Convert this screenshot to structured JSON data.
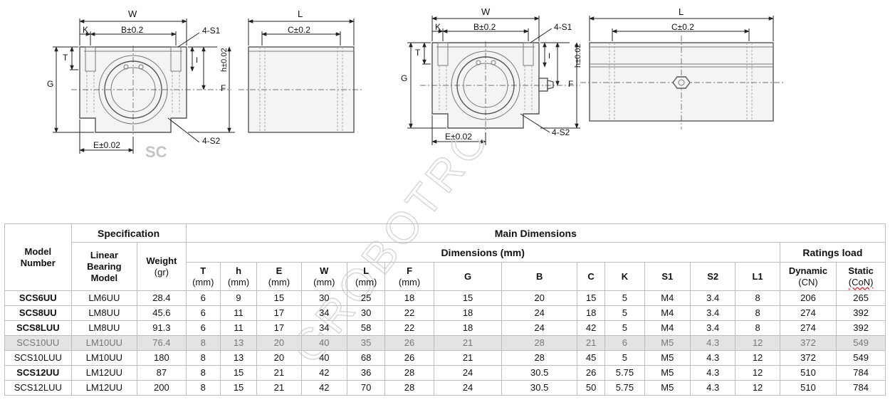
{
  "drawings": {
    "view1": {
      "W": "W",
      "K": "K",
      "B": "B±0.2",
      "S1": "4-S1",
      "T": "T",
      "G": "G",
      "I": "I",
      "h": "h±0.02",
      "F": "F",
      "E": "E±0.02",
      "S2": "4-S2",
      "series": "SC"
    },
    "view2": {
      "L": "L",
      "C": "C±0.2"
    },
    "view3": {
      "W": "W",
      "K": "K",
      "B": "B±0.2",
      "S1": "4-S1",
      "T": "T",
      "G": "G",
      "I": "I",
      "h": "h±0.02",
      "F": "F",
      "E": "E±0.02",
      "S2": "4-S2"
    },
    "view4": {
      "L": "L",
      "C": "C±0.2"
    }
  },
  "watermark": "GROBOTRONICS",
  "table": {
    "header": {
      "model_number": "Model Number",
      "specification": "Specification",
      "main_dimensions": "Main Dimensions",
      "linear_bearing_model": "Linear Bearing Model",
      "weight": "Weight",
      "weight_unit": "(gr)",
      "dimensions_mm": "Dimensions (mm)",
      "ratings_load": "Ratings load",
      "columns": [
        {
          "label": "T",
          "unit": "(mm)"
        },
        {
          "label": "h",
          "unit": "(mm)"
        },
        {
          "label": "E",
          "unit": "(mm)"
        },
        {
          "label": "W",
          "unit": "(mm)"
        },
        {
          "label": "L",
          "unit": "(mm)"
        },
        {
          "label": "F",
          "unit": "(mm)"
        },
        {
          "label": "G",
          "unit": ""
        },
        {
          "label": "B",
          "unit": ""
        },
        {
          "label": "C",
          "unit": ""
        },
        {
          "label": "K",
          "unit": ""
        },
        {
          "label": "S1",
          "unit": ""
        },
        {
          "label": "S2",
          "unit": ""
        },
        {
          "label": "L1",
          "unit": ""
        }
      ],
      "dynamic": "Dynamic",
      "dynamic_unit": "(CN)",
      "static": "Static",
      "static_unit": "(CoN)"
    },
    "rows": [
      [
        "SCS6UU",
        "LM6UU",
        "28.4",
        "6",
        "9",
        "15",
        "30",
        "25",
        "18",
        "15",
        "20",
        "15",
        "5",
        "M4",
        "3.4",
        "8",
        "206",
        "265"
      ],
      [
        "SCS8UU",
        "LM8UU",
        "45.6",
        "6",
        "11",
        "17",
        "34",
        "30",
        "22",
        "18",
        "24",
        "18",
        "5",
        "M4",
        "3.4",
        "8",
        "274",
        "392"
      ],
      [
        "SCS8LUU",
        "LM8UU",
        "91.3",
        "6",
        "11",
        "17",
        "34",
        "58",
        "22",
        "18",
        "24",
        "42",
        "5",
        "M4",
        "3.4",
        "8",
        "274",
        "392"
      ],
      [
        "SCS10UU",
        "LM10UU",
        "76.4",
        "8",
        "13",
        "20",
        "40",
        "35",
        "26",
        "21",
        "28",
        "21",
        "6",
        "M5",
        "4.3",
        "12",
        "372",
        "549"
      ],
      [
        "SCS10LUU",
        "LM10UU",
        "180",
        "8",
        "13",
        "20",
        "40",
        "68",
        "26",
        "21",
        "28",
        "45",
        "5",
        "M5",
        "4.3",
        "12",
        "372",
        "549"
      ],
      [
        "SCS12UU",
        "LM12UU",
        "87",
        "8",
        "15",
        "21",
        "42",
        "36",
        "28",
        "24",
        "30.5",
        "26",
        "5.75",
        "M5",
        "4.3",
        "12",
        "510",
        "784"
      ],
      [
        "SCS12LUU",
        "LM12UU",
        "200",
        "8",
        "15",
        "21",
        "42",
        "70",
        "28",
        "24",
        "30.5",
        "50",
        "5.75",
        "M5",
        "4.3",
        "12",
        "510",
        "784"
      ]
    ]
  }
}
